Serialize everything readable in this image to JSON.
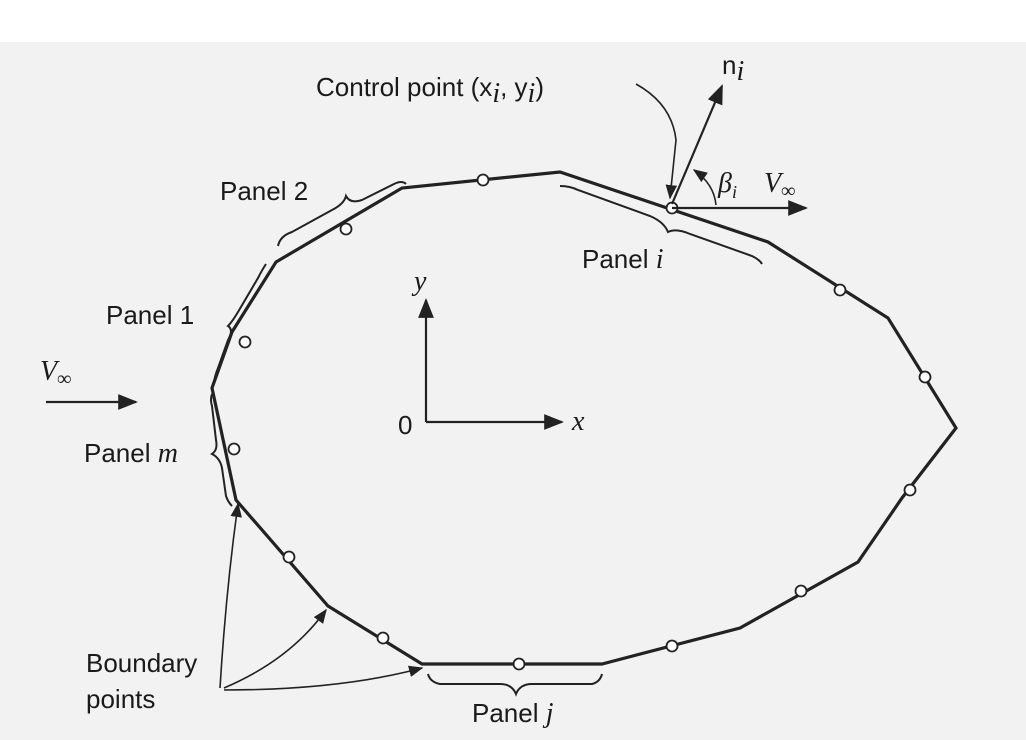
{
  "labels": {
    "control_point": "Control point (x",
    "control_point_sub_i": "i",
    "control_point_mid": ", y",
    "control_point_sub_i2": "i",
    "control_point_end": ")",
    "normal": "n",
    "normal_sub": "i",
    "beta": "β",
    "beta_sub": "i",
    "v_inf_right": "V",
    "v_inf_right_sub": "∞",
    "v_inf_left": "V",
    "v_inf_left_sub": "∞",
    "panel_2": "Panel 2",
    "panel_1": "Panel 1",
    "panel_m_text": "Panel ",
    "panel_m_var": "m",
    "panel_i_text": "Panel ",
    "panel_i_var": "i",
    "panel_j_text": "Panel ",
    "panel_j_var": "j",
    "axis_y": "y",
    "axis_x": "x",
    "origin": "0",
    "boundary_1": "Boundary",
    "boundary_2": "points"
  },
  "colors": {
    "ink": "#222222",
    "paper": "#f2f2f2"
  }
}
